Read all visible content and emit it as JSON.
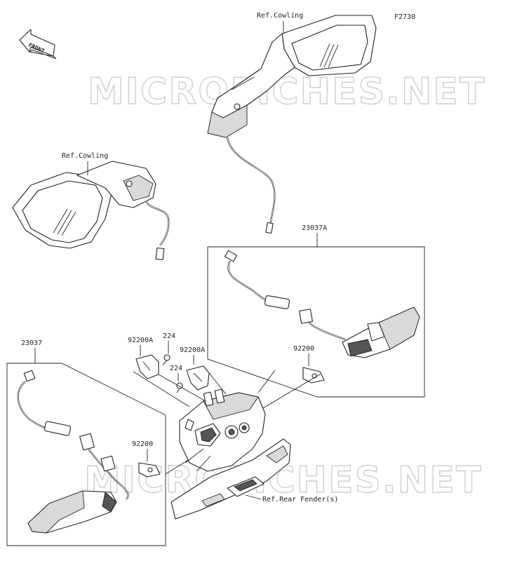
{
  "diagram": {
    "code": "F2730",
    "watermark": "MICROFICHES.NET",
    "front_label": "FRONT",
    "callouts": {
      "ref_cowling_right": "Ref.Cowling",
      "ref_cowling_left": "Ref.Cowling",
      "part_23037A": "23037A",
      "part_23037": "23037",
      "part_92200A_1": "92200A",
      "part_224_1": "224",
      "part_92200A_2": "92200A",
      "part_224_2": "224",
      "part_92200_right": "92200",
      "part_92200_left": "92200",
      "ref_rear_fender": "Ref.Rear Fender(s)"
    }
  }
}
